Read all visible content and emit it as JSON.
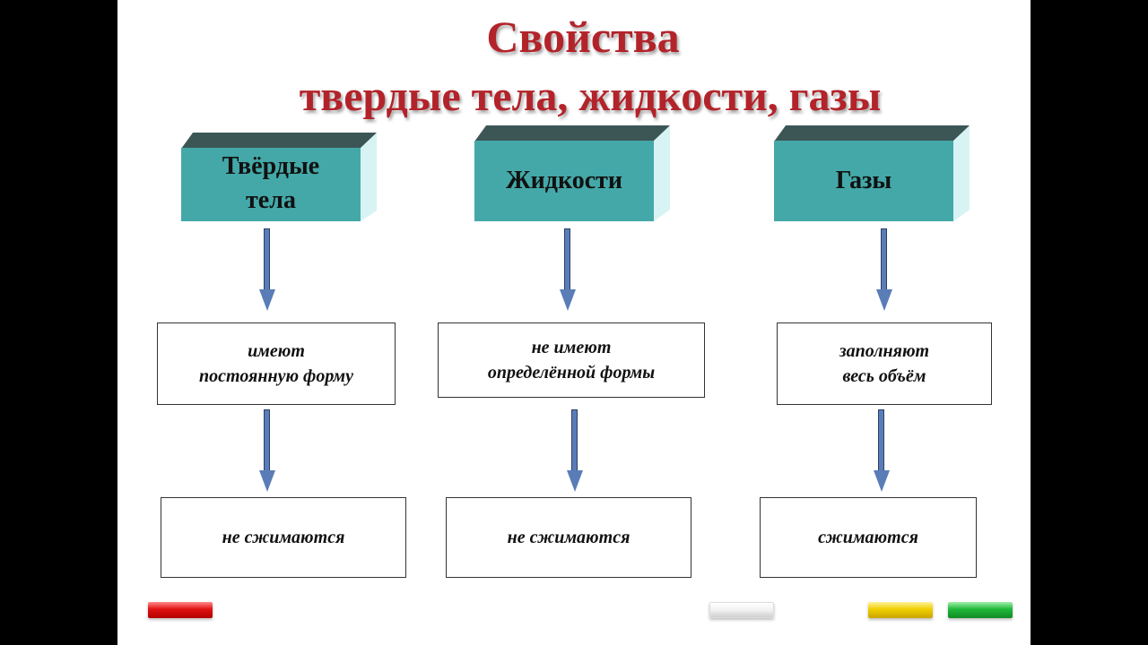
{
  "title": {
    "line1": "Свойства",
    "line2": "твердые тела, жидкости, газы"
  },
  "columns": [
    {
      "header": "Твёрдые\nтела",
      "property": "имеют\nпостоянную форму",
      "compressibility": "не сжимаются"
    },
    {
      "header": "Жидкости",
      "property": "не имеют\nопределённой формы",
      "compressibility": "не сжимаются"
    },
    {
      "header": "Газы",
      "property": "заполняют\nвесь объём",
      "compressibility": "сжимаются"
    }
  ],
  "nav_buttons": [
    {
      "color": "#e01212"
    },
    {
      "color": "#f2f2f2"
    },
    {
      "color": "#f0cf00"
    },
    {
      "color": "#1fb83a"
    }
  ]
}
